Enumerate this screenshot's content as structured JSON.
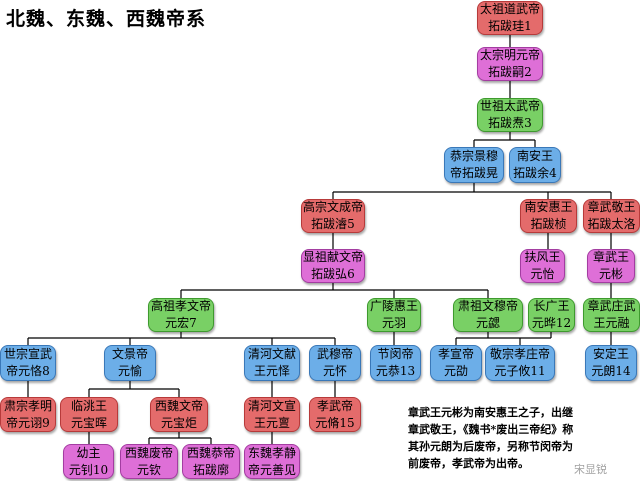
{
  "title": "北魏、东魏、西魏帝系",
  "colors": {
    "red": "#e46b6b",
    "pink": "#de6fd7",
    "green": "#79d065",
    "blue": "#6caee8",
    "line": "#000000"
  },
  "nodes": {
    "n1": {
      "l1": "太祖道武帝",
      "l2": "拓跋珪1"
    },
    "n2": {
      "l1": "太宗明元帝",
      "l2": "拓跋嗣2"
    },
    "n3": {
      "l1": "世祖太武帝",
      "l2": "拓跋焘3"
    },
    "n4": {
      "l1": "恭宗景穆",
      "l2": "帝拓跋晃"
    },
    "n5": {
      "l1": "南安王",
      "l2": "拓跋余4"
    },
    "n6": {
      "l1": "高宗文成帝",
      "l2": "拓跋濬5"
    },
    "n7": {
      "l1": "南安惠王",
      "l2": "拓跋桢"
    },
    "n8": {
      "l1": "章武敬王",
      "l2": "拓跋太洛"
    },
    "n9": {
      "l1": "显祖献文帝",
      "l2": "拓跋弘6"
    },
    "n10": {
      "l1": "扶风王",
      "l2": "元怡"
    },
    "n11": {
      "l1": "章武王",
      "l2": "元彬"
    },
    "n12": {
      "l1": "高祖孝文帝",
      "l2": "元宏7"
    },
    "n13": {
      "l1": "广陵惠王",
      "l2": "元羽"
    },
    "n14": {
      "l1": "肃祖文穆帝",
      "l2": "元勰"
    },
    "n15": {
      "l1": "长广王",
      "l2": "元晔12"
    },
    "n16": {
      "l1": "章武庄武",
      "l2": "王元融"
    },
    "n17": {
      "l1": "世宗宣武",
      "l2": "帝元恪8"
    },
    "n18": {
      "l1": "文景帝",
      "l2": "元愉"
    },
    "n19": {
      "l1": "清河文献",
      "l2": "王元怿"
    },
    "n20": {
      "l1": "武穆帝",
      "l2": "元怀"
    },
    "n21": {
      "l1": "节闵帝",
      "l2": "元恭13"
    },
    "n22": {
      "l1": "孝宣帝",
      "l2": "元劭"
    },
    "n23": {
      "l1": "敬宗孝庄帝",
      "l2": "元子攸11"
    },
    "n24": {
      "l1": "安定王",
      "l2": "元朗14"
    },
    "n25": {
      "l1": "肃宗孝明",
      "l2": "帝元诩9"
    },
    "n26": {
      "l1": "临洮王",
      "l2": "元宝晖"
    },
    "n27": {
      "l1": "西魏文帝",
      "l2": "元宝炬"
    },
    "n28": {
      "l1": "清河文宣",
      "l2": "王元亶"
    },
    "n29": {
      "l1": "孝武帝",
      "l2": "元脩15"
    },
    "n30": {
      "l1": "幼主",
      "l2": "元钊10"
    },
    "n31": {
      "l1": "西魏废帝",
      "l2": "元钦"
    },
    "n32": {
      "l1": "西魏恭帝",
      "l2": "拓跋廓"
    },
    "n33": {
      "l1": "东魏孝静",
      "l2": "帝元善见"
    }
  },
  "note": {
    "lines": [
      "章武王元彬为南安惠王之子，出继",
      "章武敬王，《魏书*废出三帝纪》称",
      "其孙元朗为后废帝，另称节闵帝为",
      "前废帝，孝武帝为出帝。"
    ]
  },
  "watermark": "宋显锐"
}
